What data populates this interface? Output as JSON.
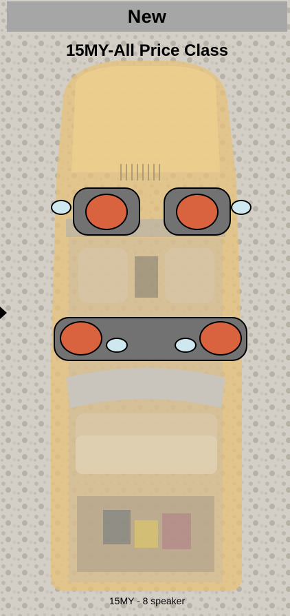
{
  "header": {
    "title": "New"
  },
  "subtitle": "15MY-All Price Class",
  "caption": "15MY - 8 speaker",
  "colors": {
    "header_bg": "#a6a6a6",
    "housing": "#727272",
    "woofer": "#d9633f",
    "tweeter": "#cfe7ef",
    "vehicle_body": "#e2b04a"
  },
  "speakers": {
    "front_left": [
      "woofer",
      "tweeter"
    ],
    "front_right": [
      "woofer",
      "tweeter"
    ],
    "rear": [
      "woofer",
      "tweeter",
      "tweeter",
      "woofer"
    ]
  }
}
